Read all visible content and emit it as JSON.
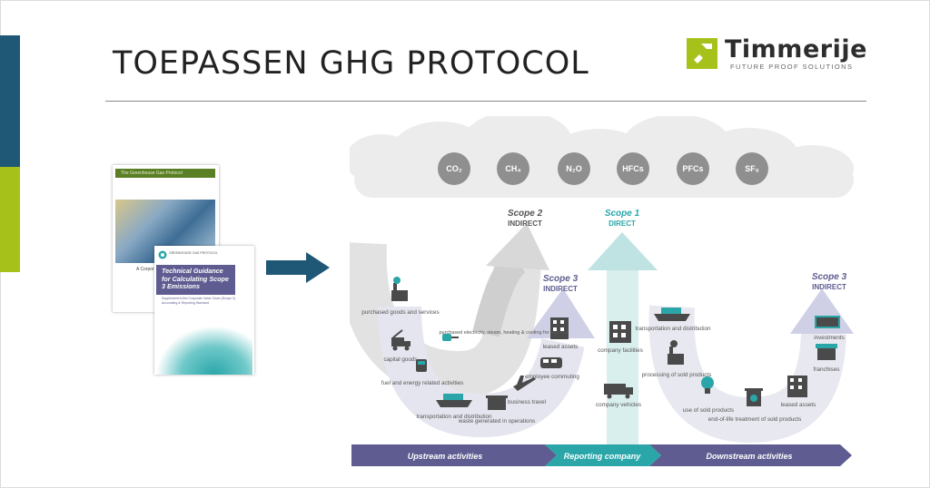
{
  "slide": {
    "title": "TOEPASSEN GHG PROTOCOL"
  },
  "logo": {
    "name": "Timmerije",
    "tagline": "FUTURE PROOF SOLUTIONS"
  },
  "docs": {
    "doc1_header": "The Greenhouse Gas Protocol",
    "doc1_sub": "A Corporate",
    "doc2_org": "GREENHOUSE GAS PROTOCOL",
    "doc2_title": "Technical Guidance for Calculating Scope 3 Emissions",
    "doc2_sub": "Supplement to the Corporate Value Chain (Scope 3) Accounting & Reporting Standard"
  },
  "gases": [
    "CO₂",
    "CH₄",
    "N₂O",
    "HFCs",
    "PFCs",
    "SF₆"
  ],
  "scopes": {
    "scope2": {
      "title": "Scope 2",
      "sub": "INDIRECT"
    },
    "scope1": {
      "title": "Scope 1",
      "sub": "DIRECT"
    },
    "scope3_up": {
      "title": "Scope 3",
      "sub": "INDIRECT"
    },
    "scope3_down": {
      "title": "Scope 3",
      "sub": "INDIRECT"
    }
  },
  "upstream": [
    "purchased goods and services",
    "capital goods",
    "fuel and energy related activities",
    "transportation and distribution",
    "waste generated in operations",
    "business travel",
    "employee commuting",
    "leased assets",
    "purchased electricity, steam, heating & cooling for own use"
  ],
  "company": [
    "company facilities",
    "company vehicles"
  ],
  "downstream": [
    "transportation and distribution",
    "processing of sold products",
    "use of sold products",
    "end-of-life treatment of sold products",
    "leased assets",
    "franchises",
    "investments"
  ],
  "bottom_bar": {
    "upstream": "Upstream activities",
    "reporting": "Reporting company",
    "downstream": "Downstream activities"
  },
  "colors": {
    "navy": "#1f5876",
    "lime": "#a6c21a",
    "purple": "#5e5c90",
    "teal": "#2aa6a9",
    "gas_circle": "#8f8f8f"
  },
  "icons": [
    "factory-icon",
    "truck-icon",
    "fuel-icon",
    "ship-icon",
    "container-icon",
    "plane-icon",
    "train-icon",
    "building-icon",
    "plug-icon",
    "recycle-icon",
    "lightbulb-icon",
    "store-icon",
    "money-icon"
  ]
}
